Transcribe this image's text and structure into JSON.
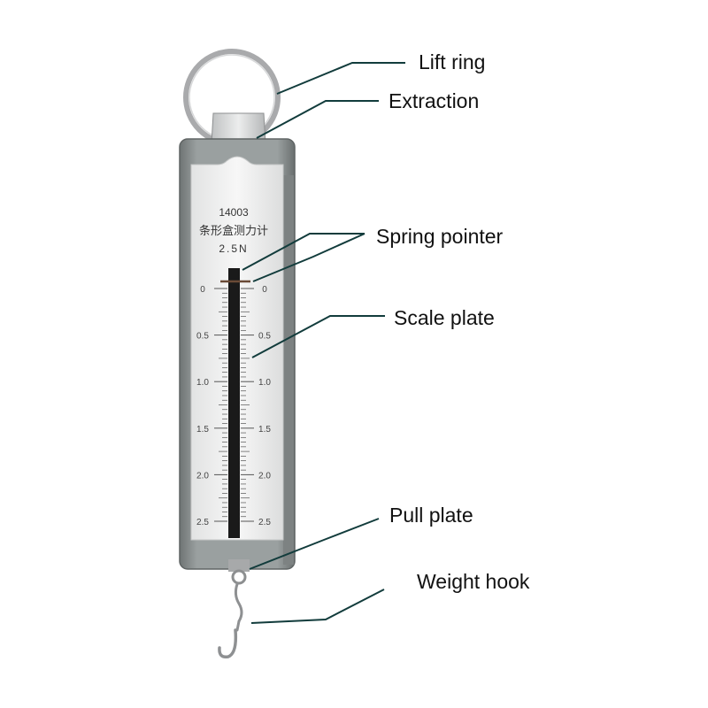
{
  "device": {
    "model_number": "14003",
    "name_cn": "条形盒测力计",
    "capacity": "2.5N",
    "scale_labels": [
      "0",
      "0.5",
      "1.0",
      "1.5",
      "2.0",
      "2.5"
    ]
  },
  "callouts": [
    {
      "id": "lift-ring",
      "label": "Lift ring"
    },
    {
      "id": "extraction",
      "label": "Extraction"
    },
    {
      "id": "spring-pointer",
      "label": "Spring pointer"
    },
    {
      "id": "scale-plate",
      "label": "Scale plate"
    },
    {
      "id": "pull-plate",
      "label": "Pull plate"
    },
    {
      "id": "weight-hook",
      "label": "Weight hook"
    }
  ],
  "colors": {
    "leader_line": "#123c3c",
    "body_frame": "#8a8f8f",
    "scale_face": "#f3f3f3",
    "slot": "#1a1a1a",
    "ring": "#a9aaac",
    "text": "#111111"
  }
}
